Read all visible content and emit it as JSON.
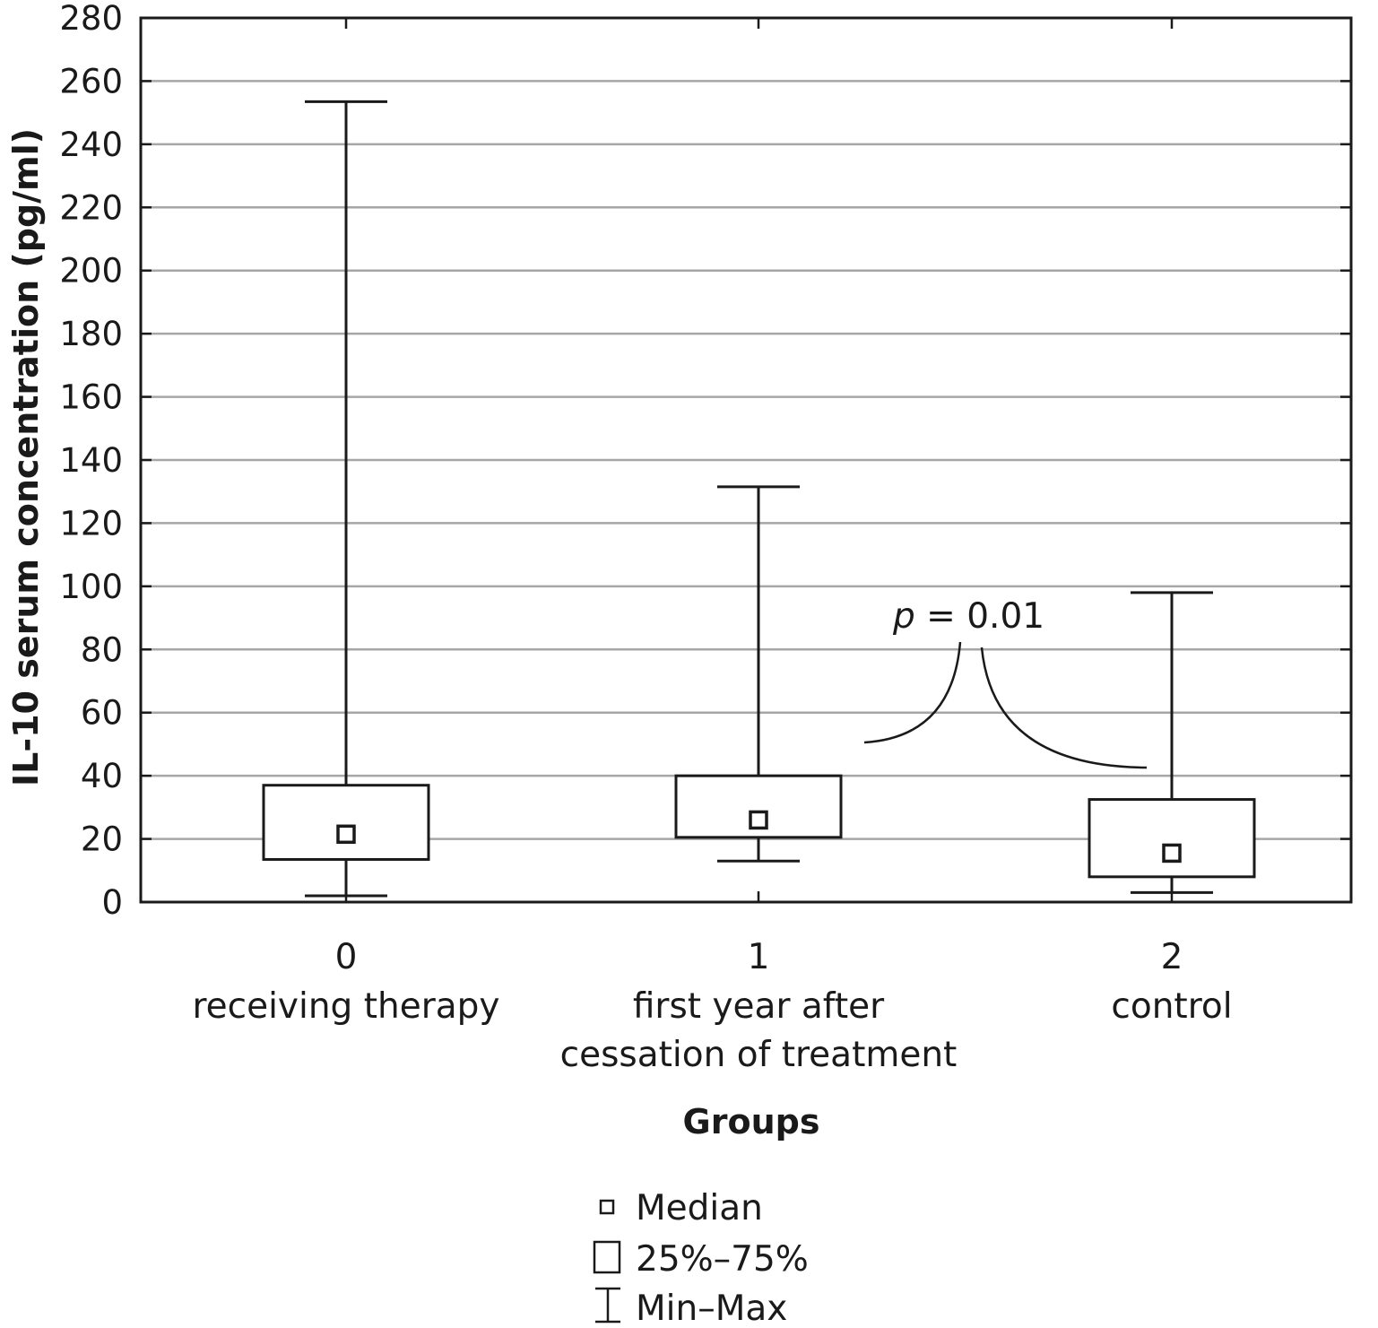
{
  "chart_data": {
    "type": "box",
    "title": "",
    "ylabel": "IL-10 serum concentration (pg/ml)",
    "xlabel": "Groups",
    "ylim": [
      0,
      280
    ],
    "yticks": [
      0,
      20,
      40,
      60,
      80,
      100,
      120,
      140,
      160,
      180,
      200,
      220,
      240,
      260,
      280
    ],
    "grid": true,
    "categories": [
      {
        "code": "0",
        "label_lines": [
          "receiving therapy"
        ]
      },
      {
        "code": "1",
        "label_lines": [
          "first year after",
          "cessation of treatment"
        ]
      },
      {
        "code": "2",
        "label_lines": [
          "control"
        ]
      }
    ],
    "boxes": [
      {
        "min": 2,
        "q1": 13.5,
        "median": 21.5,
        "q3": 37,
        "max": 253.5
      },
      {
        "min": 13,
        "q1": 20.5,
        "median": 26,
        "q3": 40,
        "max": 131.5
      },
      {
        "min": 3,
        "q1": 8,
        "median": 15.5,
        "q3": 32.5,
        "max": 98
      }
    ],
    "annotation": {
      "text_italic": "p",
      "text_rest": " = 0.01",
      "between": [
        "1",
        "2"
      ]
    },
    "legend": {
      "position": "bottom-center",
      "items": [
        {
          "symbol": "median-square",
          "label": "Median"
        },
        {
          "symbol": "box",
          "label": "25%–75%"
        },
        {
          "symbol": "whisker",
          "label": "Min–Max"
        }
      ]
    }
  }
}
